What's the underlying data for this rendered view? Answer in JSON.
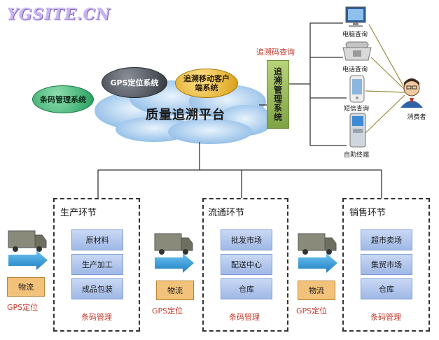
{
  "watermark": "YGSITE.CN",
  "platform": {
    "title": "质量追溯平台",
    "systems": [
      "条码管理系统",
      "GPS定位系统",
      "追溯移动客户端系统"
    ]
  },
  "query_system": {
    "box_label": "追溯管理系统",
    "code_query_label": "追溯码查询"
  },
  "channels": [
    {
      "label": "电脑查询",
      "icon": "computer-icon"
    },
    {
      "label": "电话查询",
      "icon": "telephone-icon"
    },
    {
      "label": "短信查询",
      "icon": "mobile-phone-icon"
    },
    {
      "label": "自助终端",
      "icon": "kiosk-icon"
    }
  ],
  "consumer_label": "消费者",
  "stages": [
    {
      "title": "生产环节",
      "items": [
        "原材料",
        "生产加工",
        "成品包装"
      ],
      "footer": "条码管理"
    },
    {
      "title": "流通环节",
      "items": [
        "批发市场",
        "配送中心",
        "仓库"
      ],
      "footer": "条码管理"
    },
    {
      "title": "销售环节",
      "items": [
        "超市卖场",
        "集贸市场",
        "仓库"
      ],
      "footer": "条码管理"
    }
  ],
  "logistics": [
    {
      "label": "物流",
      "gps": "GPS定位"
    },
    {
      "label": "物流",
      "gps": "GPS定位"
    },
    {
      "label": "物流",
      "gps": "GPS定位"
    }
  ],
  "colors": {
    "stage_item_fill": "#b3c9ef",
    "logistics_fill": "#f3c27a",
    "arrow_fill": "#2a9ad8",
    "cloud_fill": "#b9d6f2",
    "red_text": "#c0392b",
    "query_box_fill": "#9dbd5c"
  }
}
